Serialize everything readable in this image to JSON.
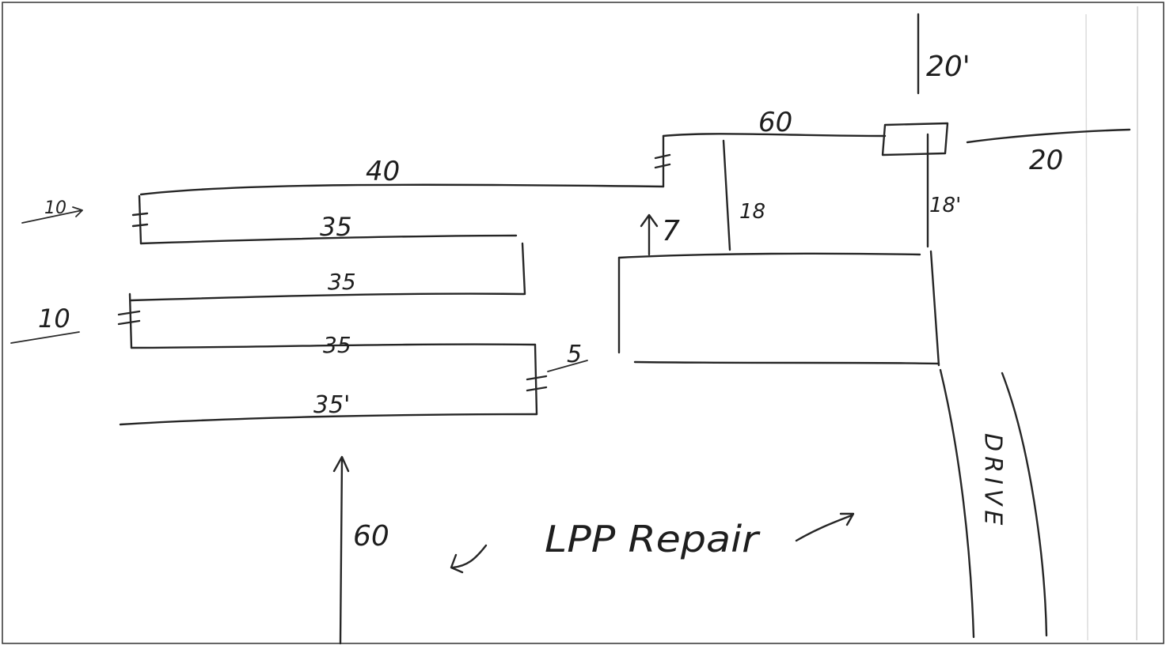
{
  "labels": {
    "top_20": "20'",
    "right_20": "20",
    "top_60": "60",
    "forty": "40",
    "left_10_top": "10",
    "left_10_mid": "10",
    "row1_35": "35",
    "row2_35": "35",
    "row3_35": "35",
    "row4_35": "35'",
    "eighteen_left": "18",
    "eighteen_right": "18'",
    "seven": "7",
    "five": "5",
    "bottom_60": "60",
    "lpp_repair": "LPP Repair",
    "drive": "DRIVE"
  }
}
